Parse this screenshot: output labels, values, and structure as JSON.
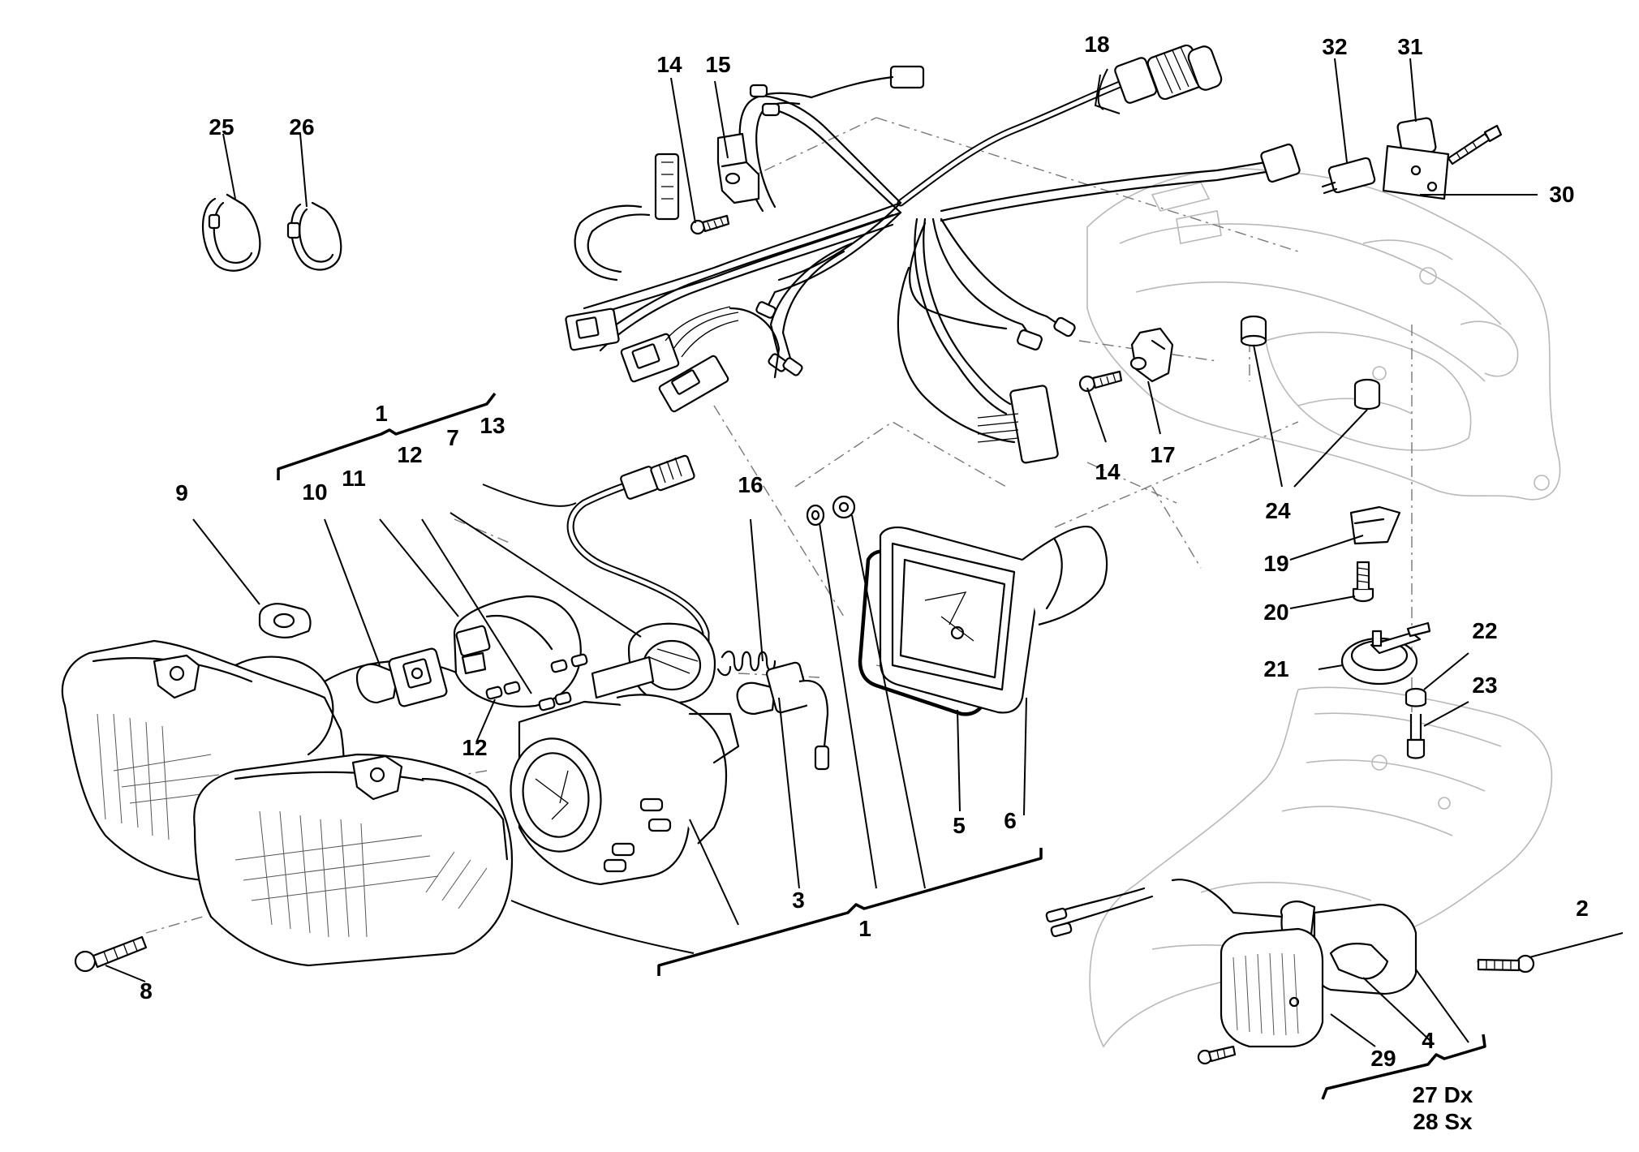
{
  "labels": {
    "l1a": "1",
    "l1b": "1",
    "l2": "2",
    "l3": "3",
    "l4": "4",
    "l5": "5",
    "l6": "6",
    "l7": "7",
    "l8": "8",
    "l9": "9",
    "l10": "10",
    "l11": "11",
    "l12a": "12",
    "l12b": "12",
    "l13": "13",
    "l14a": "14",
    "l14b": "14",
    "l15": "15",
    "l16": "16",
    "l17": "17",
    "l18": "18",
    "l19": "19",
    "l20": "20",
    "l21": "21",
    "l22": "22",
    "l23": "23",
    "l24": "24",
    "l25": "25",
    "l26": "26",
    "l27": "27 Dx",
    "l28": "28 Sx",
    "l29": "29",
    "l30": "30",
    "l31": "31",
    "l32": "32"
  }
}
